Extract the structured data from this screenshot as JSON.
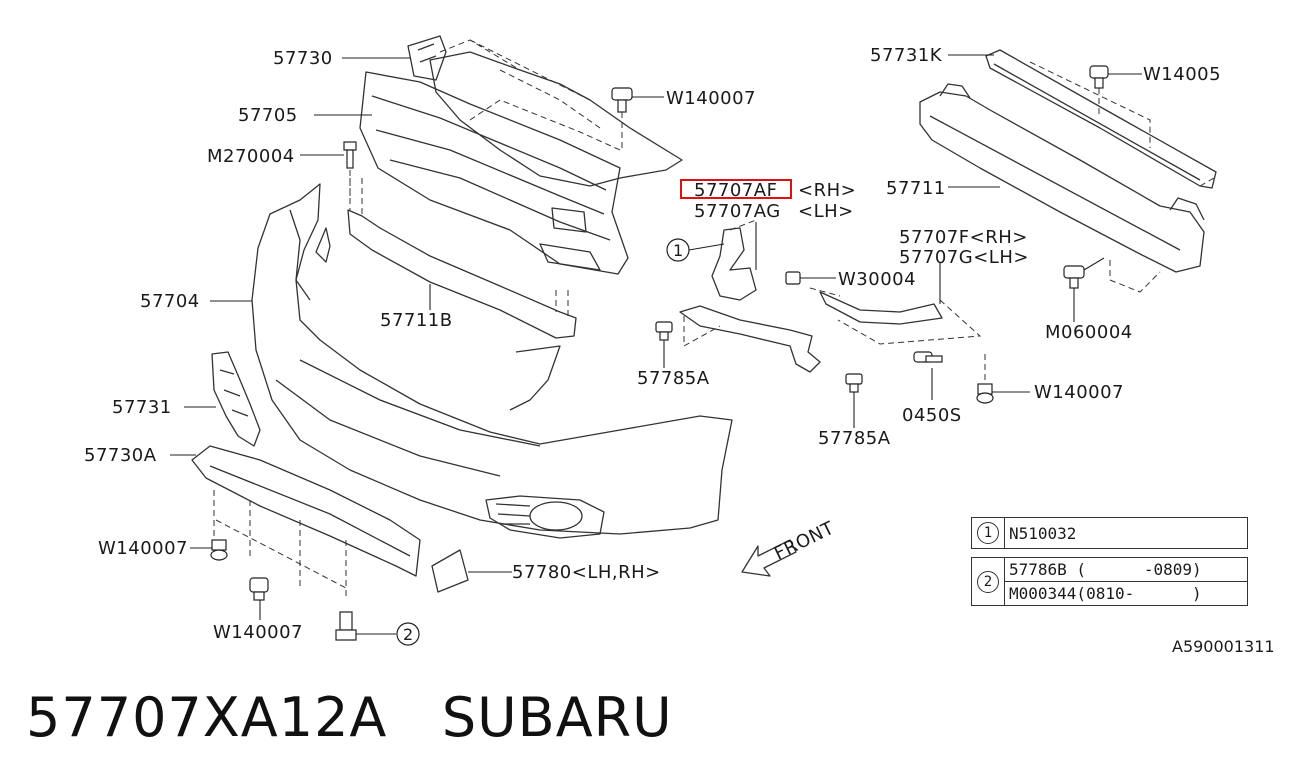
{
  "diagram": {
    "labels": {
      "p57730": "57730",
      "p57705": "57705",
      "m270004": "M270004",
      "w140007_top": "W140007",
      "p57707af": "57707AF",
      "rh1": "<RH>",
      "p57707ag": "57707AG",
      "lh1": "<LH>",
      "p57731k": "57731K",
      "w14005": "W14005",
      "p57711": "57711",
      "p57707f": "57707F<RH>",
      "p57707g": "57707G<LH>",
      "w30004": "W30004",
      "m060004": "M060004",
      "p57711b": "57711B",
      "p57704": "57704",
      "p57785a_1": "57785A",
      "p57785a_2": "57785A",
      "p0450s": "0450S",
      "w140007_right": "W140007",
      "p57731": "57731",
      "p57730a": "57730A",
      "w140007_left": "W140007",
      "w140007_bottom": "W140007",
      "p57780": "57780<LH,RH>",
      "front": "FRONT",
      "callout1": "1",
      "callout2": "2",
      "drawing_no": "A590001311"
    },
    "legend": {
      "row1_num": "1",
      "row1_part": "N510032",
      "row2_num": "2",
      "row2a_part": "57786B (      -0809)",
      "row2b_part": "M000344(0810-      )"
    },
    "highlight_color": "#e01010"
  },
  "caption": {
    "part_number": "57707XA12A",
    "brand": "SUBARU"
  }
}
